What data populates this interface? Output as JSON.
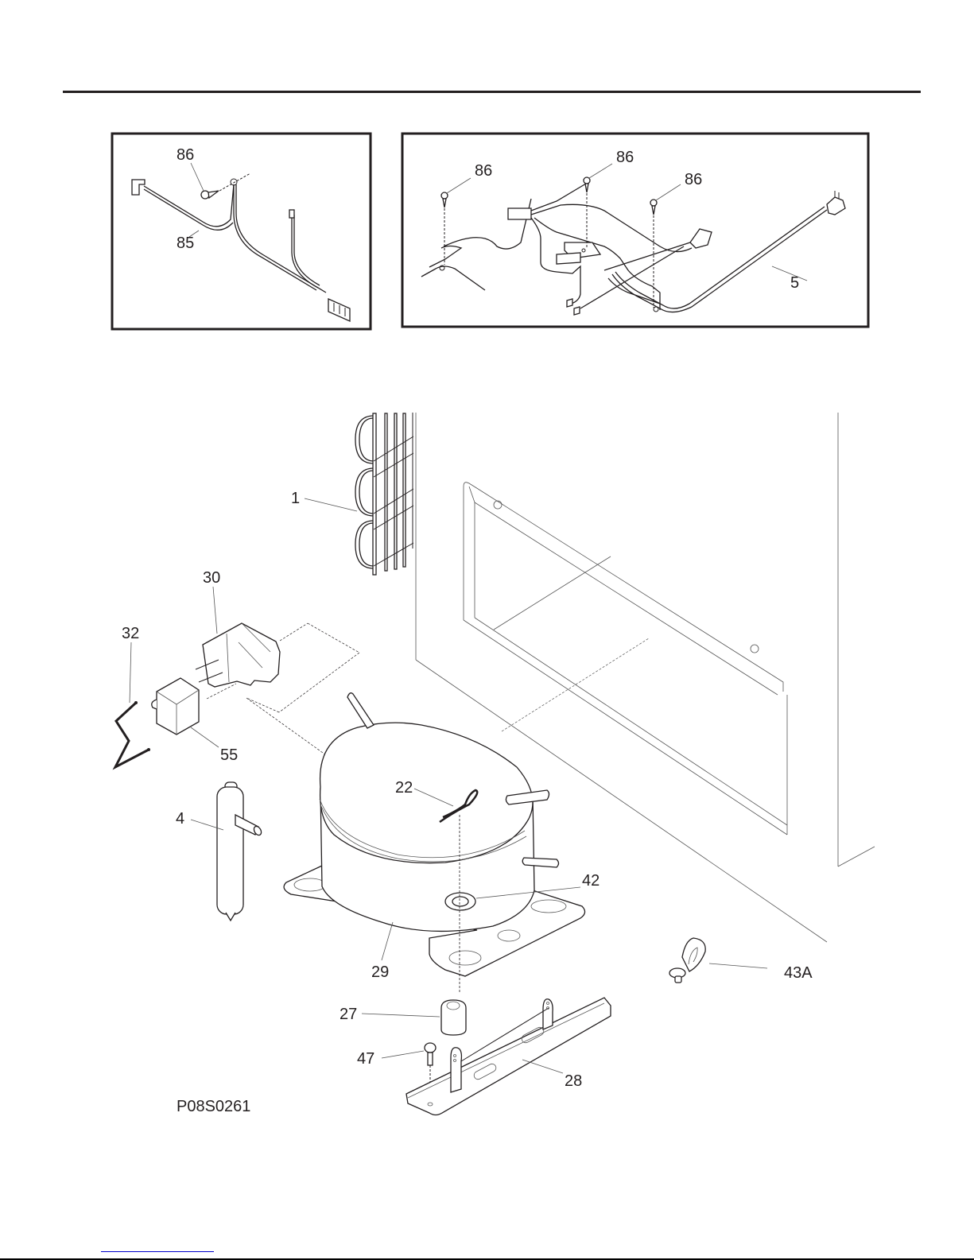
{
  "document": {
    "diagram_code": "P08S0261",
    "accent_link_color": "#0000cc"
  },
  "inset_left": {
    "callouts": [
      {
        "id": "86",
        "part": "screw"
      },
      {
        "id": "85",
        "part": "wire-harness"
      }
    ]
  },
  "inset_right": {
    "callouts": [
      {
        "id": "86",
        "part": "screw"
      },
      {
        "id": "86",
        "part": "screw"
      },
      {
        "id": "86",
        "part": "screw"
      },
      {
        "id": "5",
        "part": "power-cord-harness"
      }
    ]
  },
  "main": {
    "callouts": [
      {
        "id": "1",
        "part": "condenser"
      },
      {
        "id": "30",
        "part": "relay"
      },
      {
        "id": "32",
        "part": "clip"
      },
      {
        "id": "55",
        "part": "overload-protector"
      },
      {
        "id": "4",
        "part": "drier"
      },
      {
        "id": "22",
        "part": "clip"
      },
      {
        "id": "42",
        "part": "grommet"
      },
      {
        "id": "29",
        "part": "compressor"
      },
      {
        "id": "43A",
        "part": "clamp"
      },
      {
        "id": "27",
        "part": "grommet-mount"
      },
      {
        "id": "47",
        "part": "screw"
      },
      {
        "id": "28",
        "part": "compressor-base-rail"
      }
    ]
  }
}
